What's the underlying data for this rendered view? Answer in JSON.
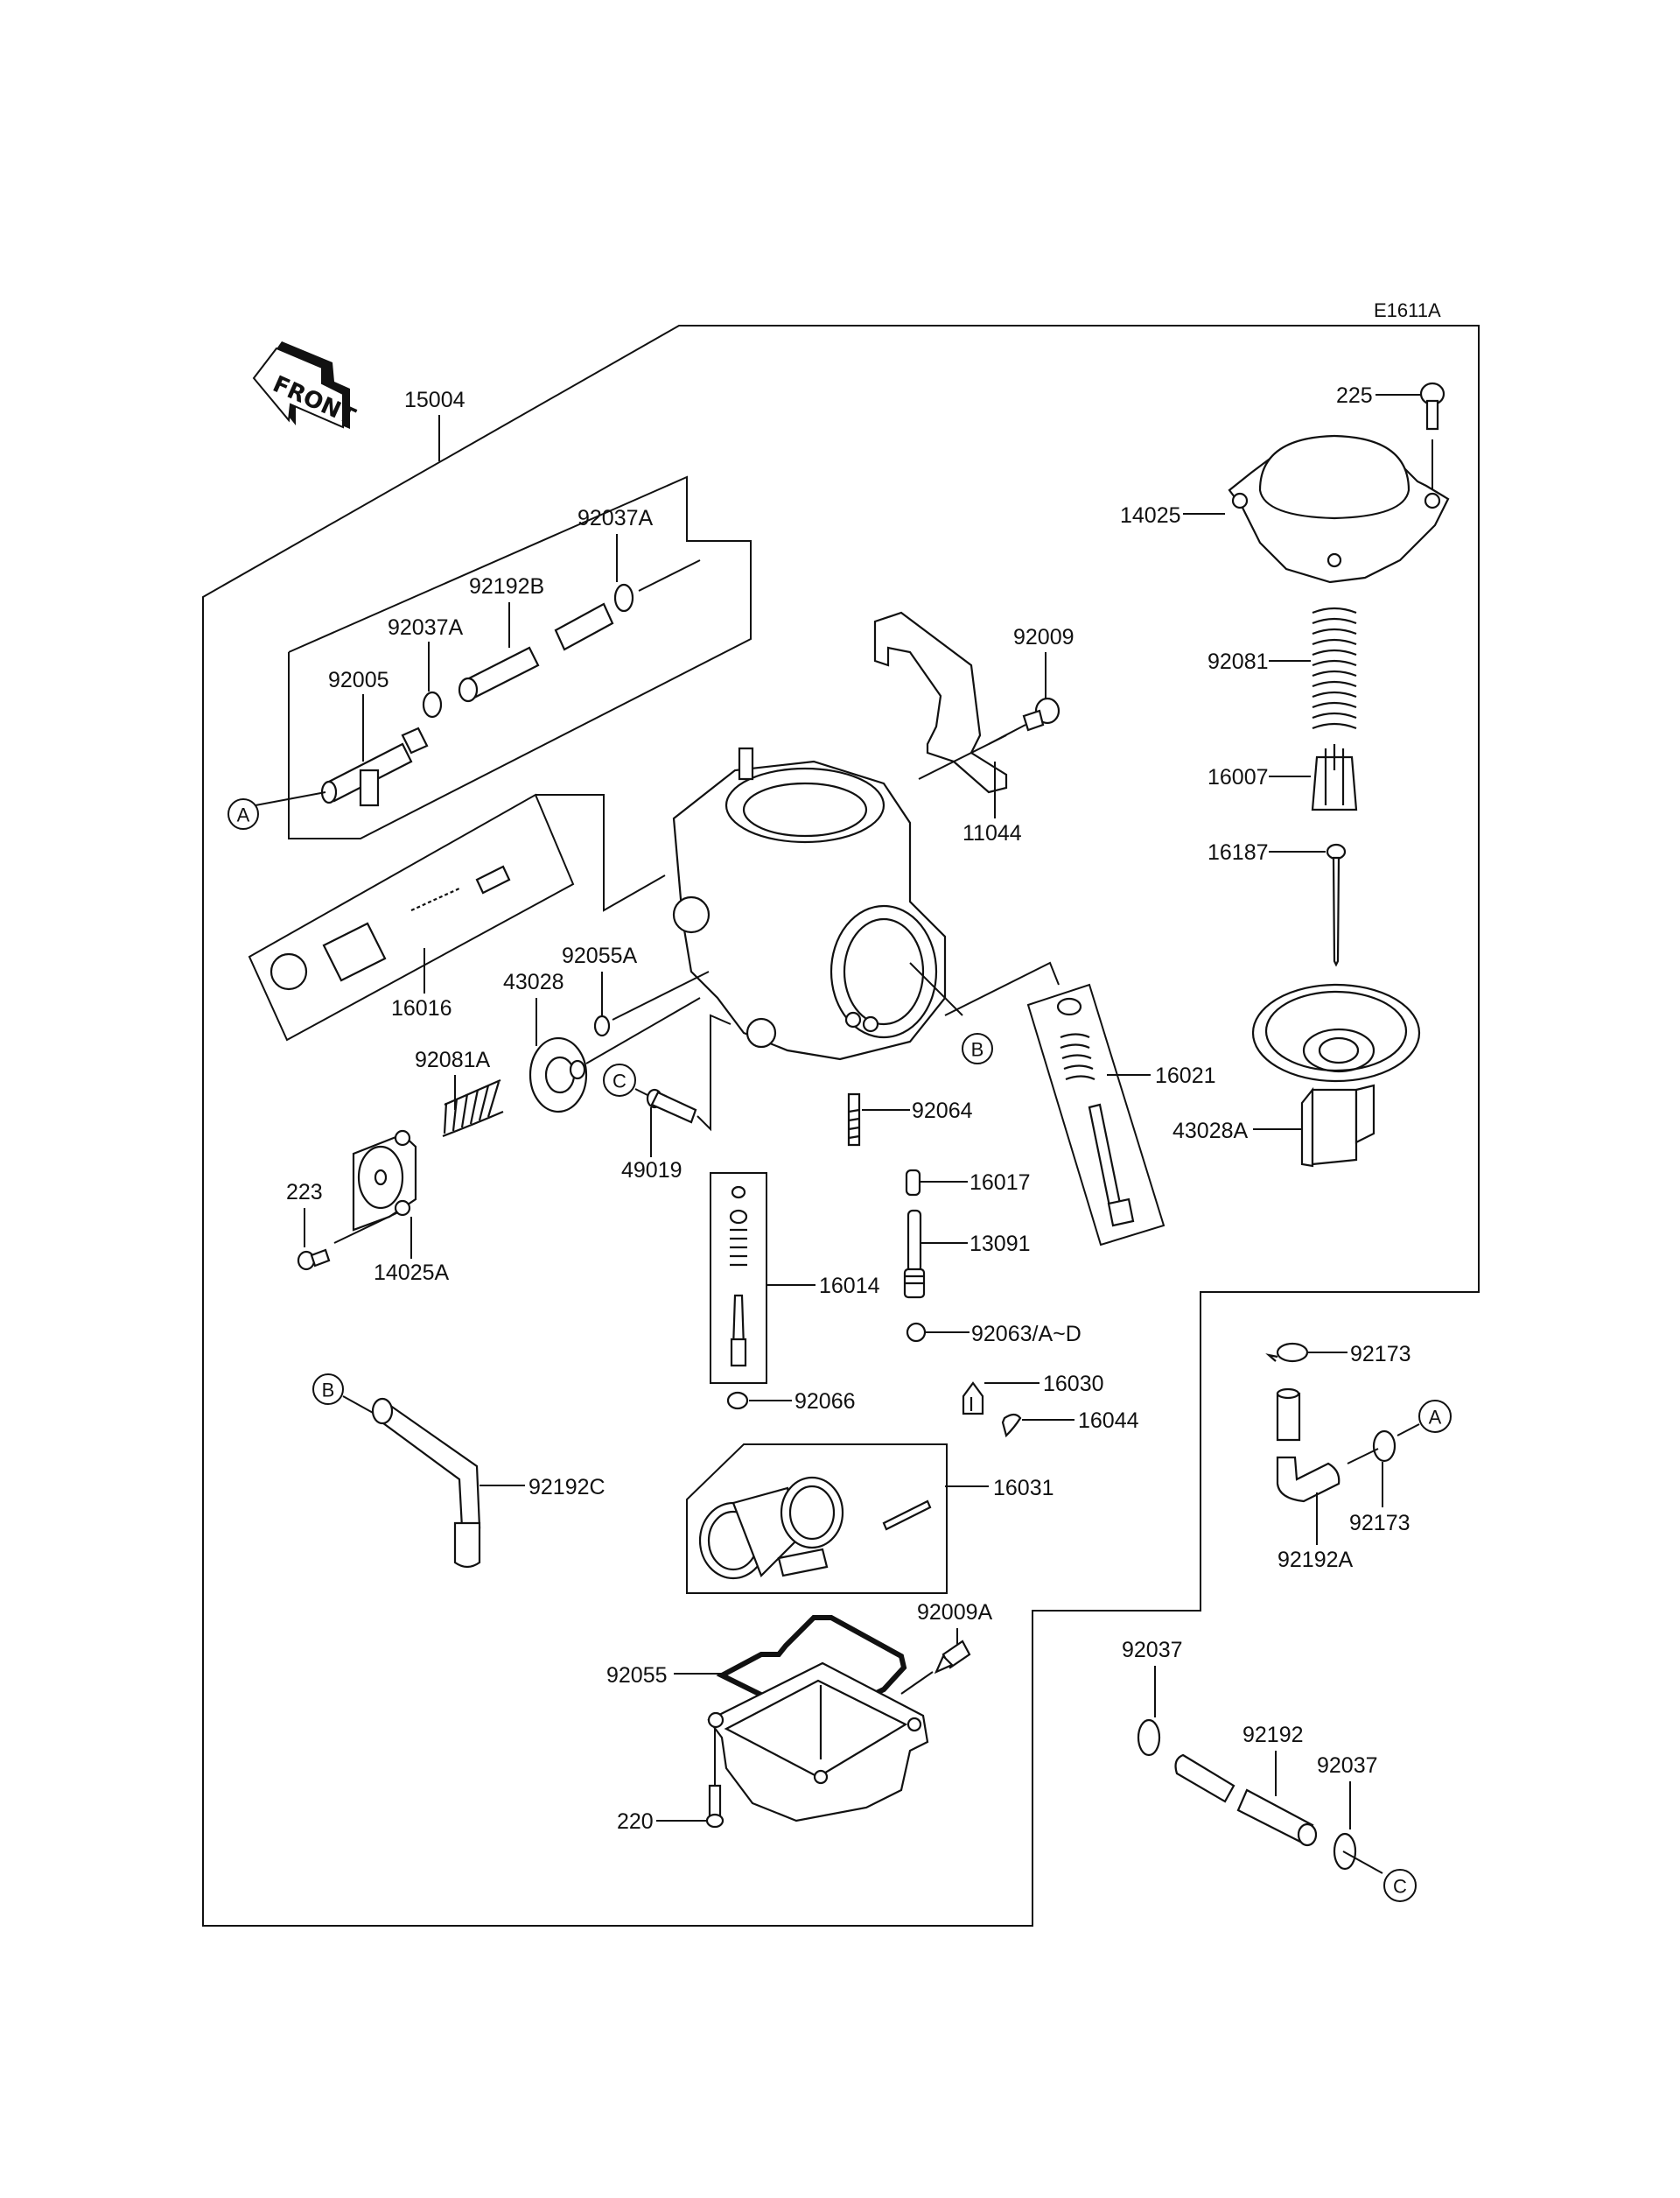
{
  "diagram_code": "E1611A",
  "front_indicator": "FRONT",
  "assembly": {
    "part_number": "15004",
    "name": "carburetor-assembly"
  },
  "reference_markers": [
    "A",
    "B",
    "C"
  ],
  "labels": {
    "p225": "225",
    "p14025": "14025",
    "p92081": "92081",
    "p16007": "16007",
    "p16187": "16187",
    "p43028A": "43028A",
    "p16021": "16021",
    "p92009": "92009",
    "p11044": "11044",
    "p92037A_top": "92037A",
    "p92192B": "92192B",
    "p92037A_mid": "92037A",
    "p92005": "92005",
    "p16016": "16016",
    "p92055A": "92055A",
    "p43028": "43028",
    "p92081A": "92081A",
    "p223": "223",
    "p14025A": "14025A",
    "p49019": "49019",
    "p92064": "92064",
    "p16017": "16017",
    "p13091": "13091",
    "p16014": "16014",
    "p92063": "92063/A~D",
    "p16030": "16030",
    "p16044": "16044",
    "p92066": "92066",
    "p16031": "16031",
    "p92192C": "92192C",
    "p92009A": "92009A",
    "p92055": "92055",
    "p220": "220",
    "p92173_top": "92173",
    "p92173_bot": "92173",
    "p92192A": "92192A",
    "p92037_left": "92037",
    "p92192": "92192",
    "p92037_right": "92037"
  }
}
